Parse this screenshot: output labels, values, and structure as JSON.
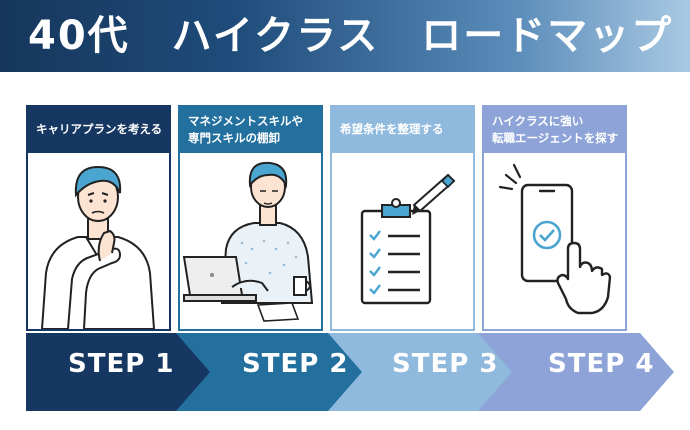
{
  "title": "40代　ハイクラス　ロードマップ",
  "colors": {
    "step1": "#173763",
    "step2": "#23709f",
    "step3": "#8fb9dd",
    "step4": "#8ea4d8",
    "skin": "#fce3d2",
    "hair": "#4aa6d0"
  },
  "steps": [
    {
      "label": "STEP 1",
      "heading": "キャリアプランを考える",
      "icon": "thinking-man-icon"
    },
    {
      "label": "STEP 2",
      "heading": "マネジメントスキルや\n専門スキルの棚卸",
      "icon": "laptop-worker-icon"
    },
    {
      "label": "STEP 3",
      "heading": "希望条件を整理する",
      "icon": "clipboard-checklist-icon"
    },
    {
      "label": "STEP 4",
      "heading": "ハイクラスに強い\n転職エージェントを探す",
      "icon": "smartphone-tap-icon"
    }
  ]
}
